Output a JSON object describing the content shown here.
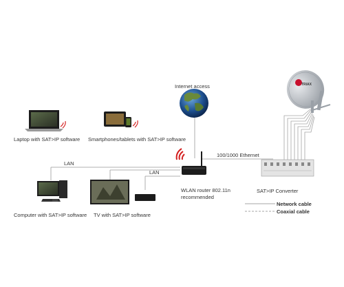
{
  "labels": {
    "internet": "Internet access",
    "laptop": "Laptop with SAT>IP software",
    "smartphones": "Smartphones/tablets with SAT>IP software",
    "computer": "Computer with SAT>IP software",
    "tv": "TV with SAT>IP software",
    "lan_top": "LAN",
    "lan_mid": "LAN",
    "ethernet": "100/1000 Ethernet",
    "router_line1": "WLAN router 802.11n",
    "router_line2": "recommended",
    "converter": "SAT>IP Converter",
    "dish_brand": "TRIAX"
  },
  "legend": [
    {
      "label": "Network cable",
      "style": "solid"
    },
    {
      "label": "Coaxial cable",
      "style": "dashed"
    }
  ],
  "colors": {
    "cable": "#999999",
    "wifi": "#d42020",
    "device_dark": "#1c1c1c",
    "dish": "#b7bcc3",
    "brand_red": "#c8102e"
  }
}
